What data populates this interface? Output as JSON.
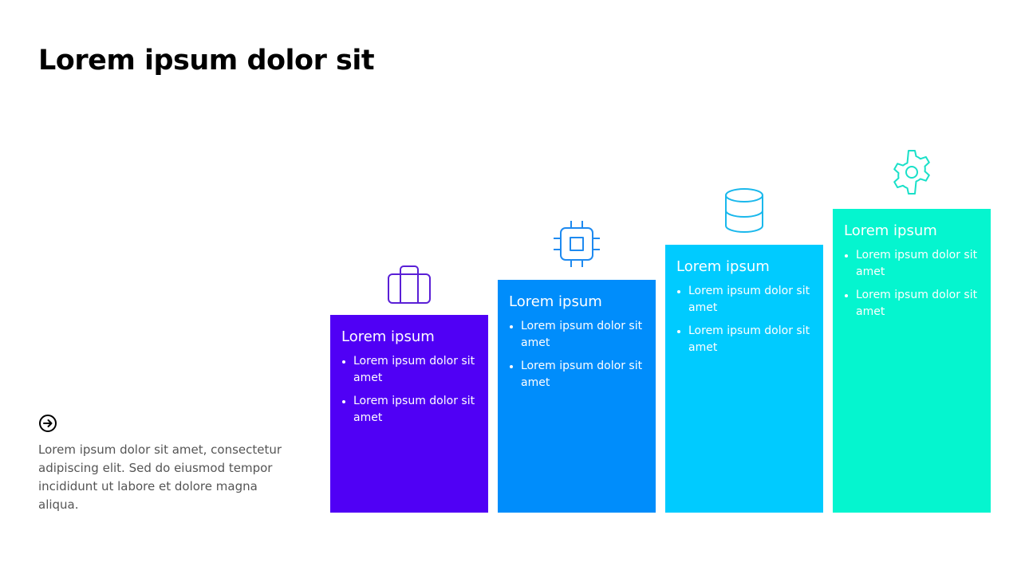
{
  "slide": {
    "title": "Lorem ipsum dolor sit"
  },
  "sidebar": {
    "icon": "arrow-right-circle-icon",
    "text": "Lorem ipsum dolor sit amet, consectetur adipiscing elit. Sed do eiusmod tempor incididunt ut labore et dolore magna aliqua."
  },
  "steps": [
    {
      "icon": "suitcase-icon",
      "color": "#5000F5",
      "icon_color": "#5A1FD6",
      "title": "Lorem ipsum",
      "bullets": [
        "Lorem ipsum dolor sit amet",
        "Lorem ipsum dolor sit amet"
      ]
    },
    {
      "icon": "cpu-chip-icon",
      "color": "#008DFB",
      "icon_color": "#1E8AF0",
      "title": "Lorem ipsum",
      "bullets": [
        "Lorem ipsum dolor sit amet",
        "Lorem ipsum dolor sit amet"
      ]
    },
    {
      "icon": "database-icon",
      "color": "#00CBFF",
      "icon_color": "#1AB8EC",
      "title": "Lorem ipsum",
      "bullets": [
        "Lorem ipsum dolor sit amet",
        "Lorem ipsum dolor sit amet"
      ]
    },
    {
      "icon": "gear-icon",
      "color": "#05F5CF",
      "icon_color": "#19E0C8",
      "title": "Lorem ipsum",
      "bullets": [
        "Lorem ipsum dolor sit amet",
        "Lorem ipsum dolor sit amet"
      ]
    }
  ]
}
